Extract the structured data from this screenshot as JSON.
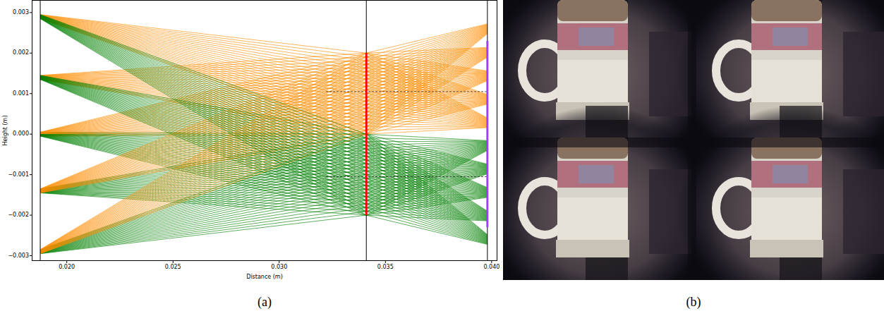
{
  "diagram": {
    "labels": [
      "Height (m)",
      "0.003",
      "0.002",
      "0.001",
      "0.000",
      "−0.001",
      "−0.002",
      "−0.003",
      "0.020",
      "0.025",
      "0.030",
      "0.035",
      "0.040",
      "Distance (m)",
      "(a)",
      "(b)"
    ]
  }
}
